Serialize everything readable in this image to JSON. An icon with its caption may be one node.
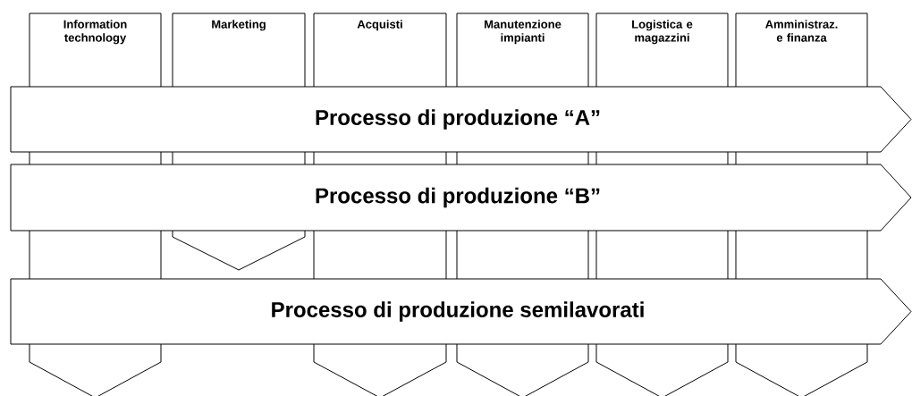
{
  "diagram": {
    "nodes": [
      {
        "text": [
          "Information technology"
        ]
      },
      {
        "text": [
          "Marketing"
        ]
      },
      {
        "text": [
          "Acquisti"
        ]
      },
      {
        "text": [
          "Manutenzione impianti"
        ]
      },
      {
        "text": [
          "Logistica e magazzini"
        ]
      },
      {
        "text": [
          "Amministraz. e finanza"
        ]
      },
      {
        "text": [
          "Processo di produzione “A”"
        ]
      },
      {
        "text": [
          "Processo di produzione “B”"
        ]
      },
      {
        "text": [
          "Processo di produzione semilavorati"
        ]
      }
    ]
  }
}
